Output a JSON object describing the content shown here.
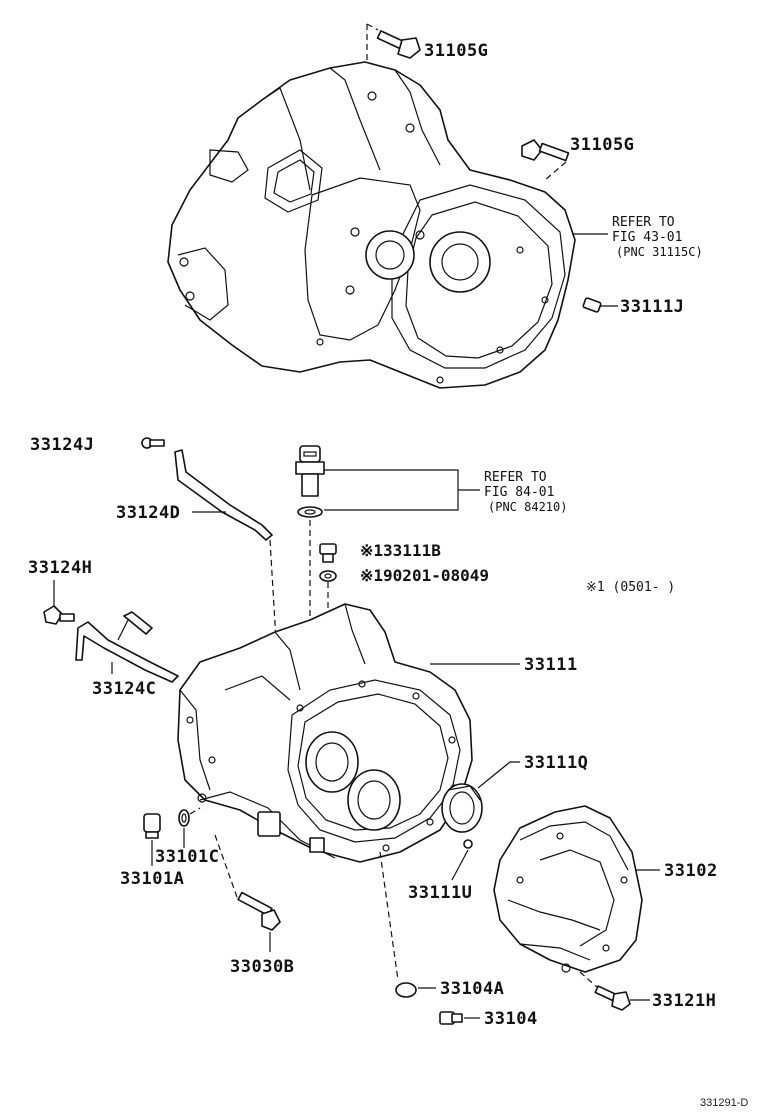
{
  "diagram": {
    "figure_id": "331291-D",
    "note": "※1 (0501-     )",
    "references": [
      {
        "id": "ref-43",
        "line1": "REFER TO",
        "line2": "FIG 43-01",
        "line3": "(PNC 31115C)"
      },
      {
        "id": "ref-84",
        "line1": "REFER TO",
        "line2": "FIG 84-01",
        "line3": "(PNC 84210)"
      }
    ],
    "labels": {
      "p31105g_top": "31105G",
      "p31105g_mid": "31105G",
      "p33111j": "33111J",
      "p33124j": "33124J",
      "p33124d": "33124D",
      "p33124h": "33124H",
      "p33124c": "33124C",
      "p33111b": "※133111B",
      "p90201": "※190201-08049",
      "p33111": "33111",
      "p33111q": "33111Q",
      "p33101c": "33101C",
      "p33101a": "33101A",
      "p33111u": "33111U",
      "p33102": "33102",
      "p33030b": "33030B",
      "p33104a": "33104A",
      "p33104": "33104",
      "p33121h": "33121H"
    }
  }
}
